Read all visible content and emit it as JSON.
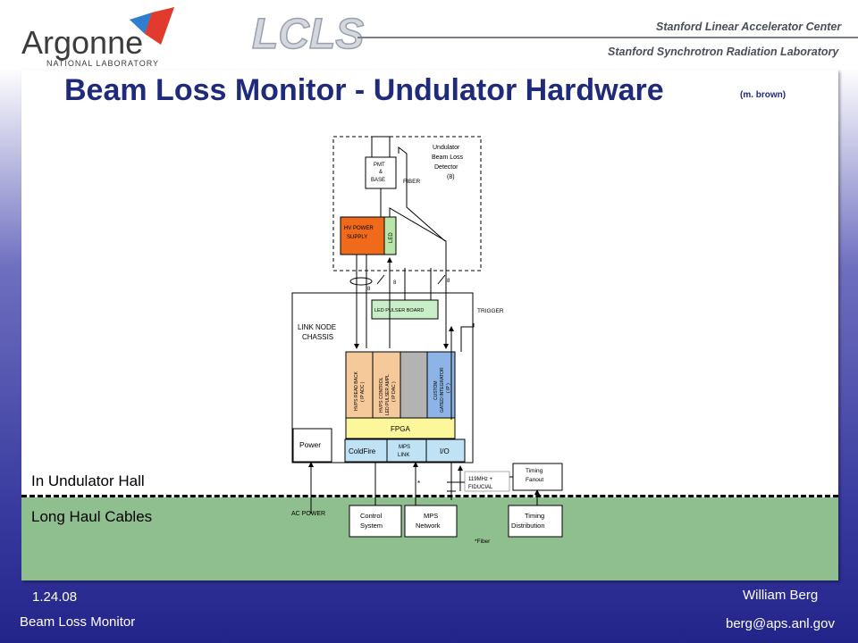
{
  "header": {
    "argonne": "Argonne",
    "argonne_sub": "NATIONAL LABORATORY",
    "lcls": "LCLS",
    "slac_line1": "Stanford Linear Accelerator Center",
    "slac_line2": "Stanford Synchrotron Radiation Laboratory"
  },
  "slide": {
    "title": "Beam Loss Monitor - Undulator Hardware",
    "author": "(m. brown)"
  },
  "zones": {
    "upper": "In Undulator Hall",
    "lower": "Long Haul Cables"
  },
  "diagram": {
    "detector_l1": "Undulator",
    "detector_l2": "Beam Loss",
    "detector_l3": "Detector",
    "detector_l4": "(8)",
    "pmt_l1": "PMT",
    "pmt_l2": "&",
    "pmt_l3": "BASE",
    "fiber": "FIBER",
    "hv_l1": "HV POWER",
    "hv_l2": "SUPPLY",
    "led": "LED",
    "count_8": "8",
    "led_pulser": "LED PULSER BOARD",
    "trigger": "TRIGGER",
    "chassis_l1": "LINK NODE",
    "chassis_l2": "CHASSIS",
    "hvps_rb_l1": "HVPS READ BACK",
    "hvps_rb_l2": "( IP ADC )",
    "hvps_ctl_l1": "HVPS CONTROL",
    "hvps_ctl_l2": "LED PULSER AMPL",
    "hvps_ctl_l3": "( IP DAC )",
    "cgi_l1": "CUSTOM",
    "cgi_l2": "GATED INTEGRATOR",
    "cgi_l3": "( IP )",
    "fpga": "FPGA",
    "power": "Power",
    "coldfire": "ColdFire",
    "mps_link_l1": "MPS",
    "mps_link_l2": "LINK",
    "io": "I/O",
    "freq_l1": "119MHz +",
    "freq_l2": "FIDUCIAL",
    "timing_fanout_l1": "Timing",
    "timing_fanout_l2": "Fanout",
    "star": "*",
    "ac_power": "AC POWER",
    "control_l1": "Control",
    "control_l2": "System",
    "mps_net_l1": "MPS",
    "mps_net_l2": "Network",
    "timing_dist_l1": "Timing",
    "timing_dist_l2": "Distribution",
    "fiber_note": "*Fiber"
  },
  "footer": {
    "date": "1.24.08",
    "topic": "Beam Loss Monitor",
    "name": "William Berg",
    "email": "berg@aps.anl.gov"
  },
  "colors": {
    "hv_supply": "#f06a1c",
    "led": "#b9e6a6",
    "pulser": "#c8efc8",
    "hvps": "#f6c99a",
    "gray_slot": "#b3b3b3",
    "integrator": "#8cb4e6",
    "fpga": "#fbf79a",
    "coldfire": "#bfe3f5",
    "hall": "#8fbf8e",
    "title": "#1f2b7a"
  }
}
